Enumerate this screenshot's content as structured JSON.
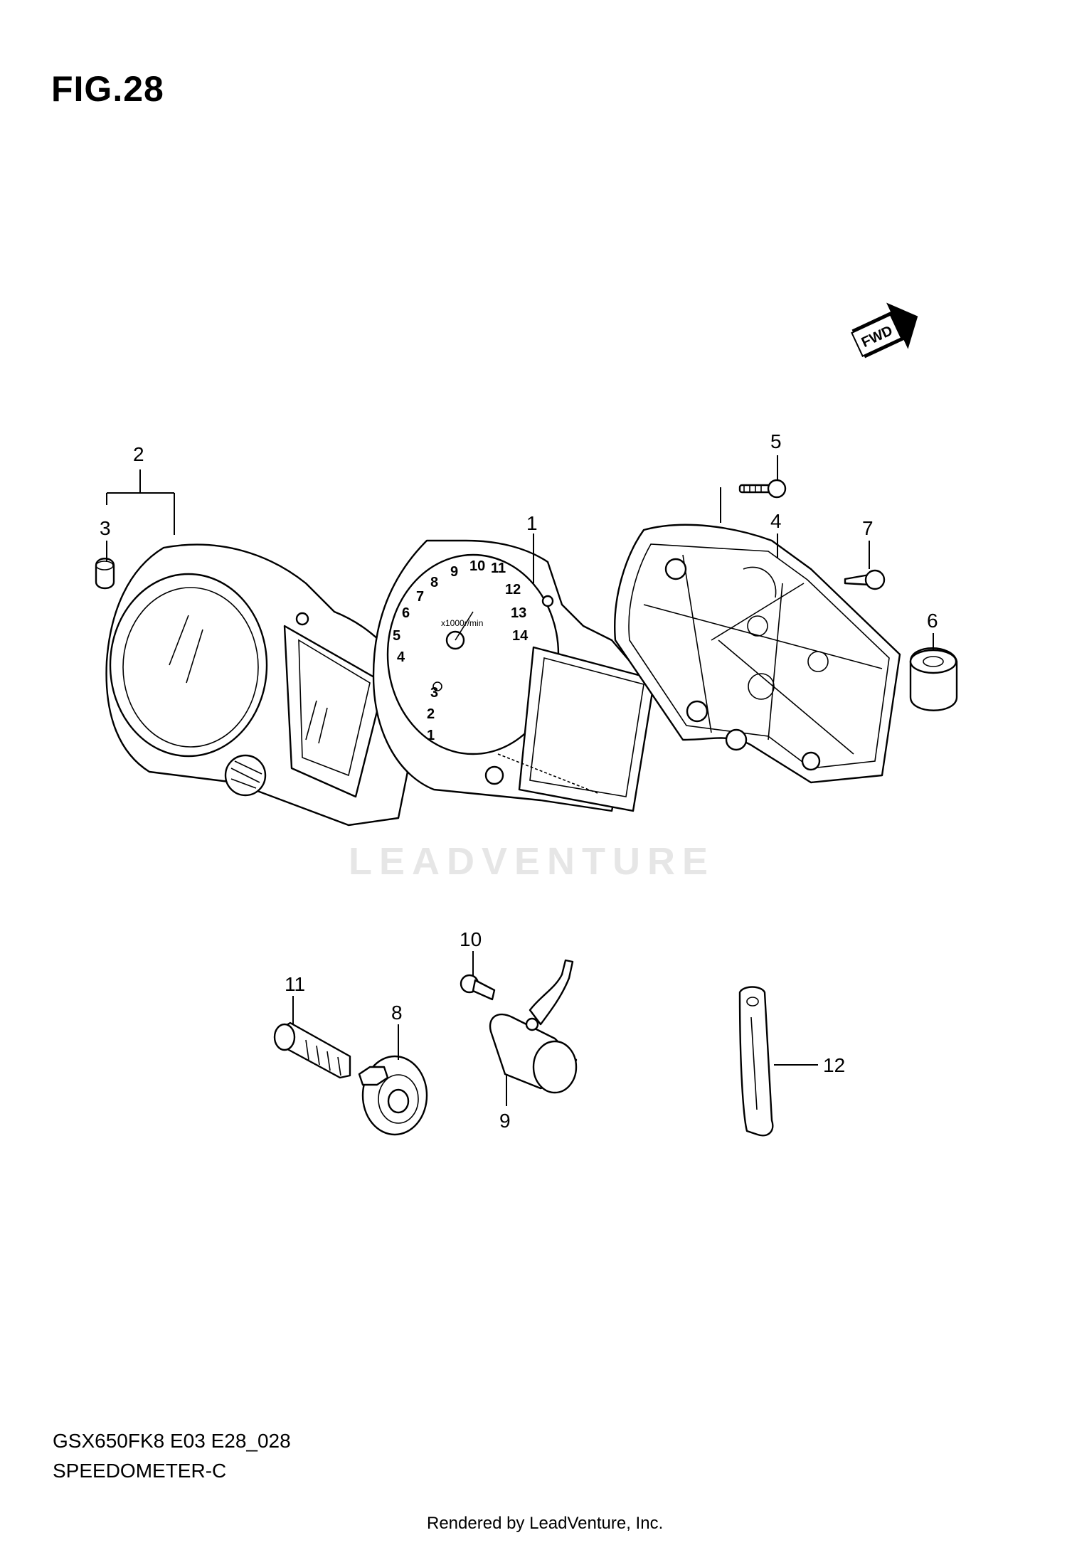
{
  "figure_title": "FIG.28",
  "fwd_badge": "FWD",
  "watermark": "LEADVENTURE",
  "dial_numbers": [
    "1",
    "2",
    "3",
    "4",
    "5",
    "6",
    "7",
    "8",
    "9",
    "10",
    "11",
    "12",
    "13",
    "14"
  ],
  "dial_unit": "x1000r/min",
  "callouts": {
    "c1": "1",
    "c2": "2",
    "c3": "3",
    "c4": "4",
    "c5": "5",
    "c6": "6",
    "c7": "7",
    "c8": "8",
    "c9": "9",
    "c10": "10",
    "c11": "11",
    "c12": "12"
  },
  "footer": {
    "model_code": "GSX650FK8 E03 E28_028",
    "section_name": "SPEEDOMETER-C",
    "rendered_by": "Rendered by LeadVenture, Inc."
  }
}
